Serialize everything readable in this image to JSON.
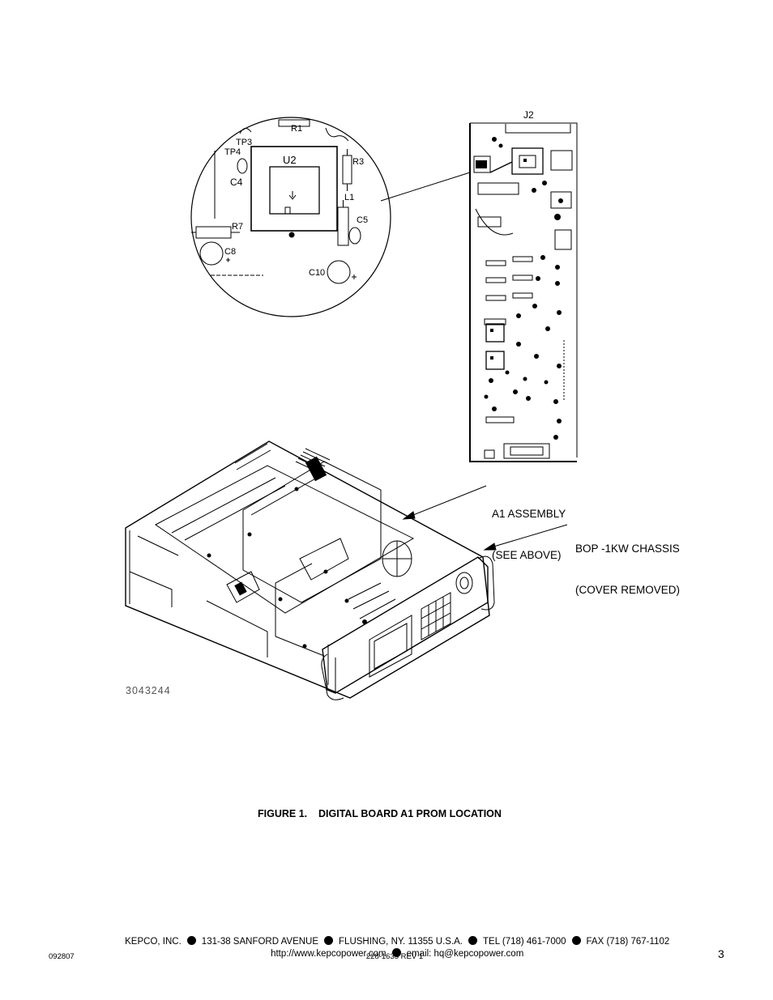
{
  "figure": {
    "detail_labels": {
      "r1": "R1",
      "tp3": "TP3",
      "tp4": "TP4",
      "u2": "U2",
      "r3": "R3",
      "c4": "C4",
      "l1": "L1",
      "c5": "C5",
      "r7": "R7",
      "c8": "C8",
      "c10": "C10"
    },
    "board_label": "J2",
    "callouts": {
      "a1_line1": "A1 ASSEMBLY",
      "a1_line2": "(SEE ABOVE)",
      "bop_line1": "BOP -1KW CHASSIS",
      "bop_line2": "(COVER REMOVED)"
    },
    "drawing_number": "3043244",
    "caption": "FIGURE 1.    DIGITAL BOARD A1 PROM LOCATION"
  },
  "footer": {
    "company": "KEPCO, INC.",
    "address": "131-38 SANFORD AVENUE",
    "city": "FLUSHING, NY. 11355 U.S.A.",
    "tel": "TEL (718) 461-7000",
    "fax": "FAX (718) 767-1102",
    "website": "http://www.kepcopower.com",
    "email": "email: hq@kepcopower.com",
    "date_code": "092807",
    "doc_number": "228-1635 REV 1",
    "page_number": "3"
  }
}
